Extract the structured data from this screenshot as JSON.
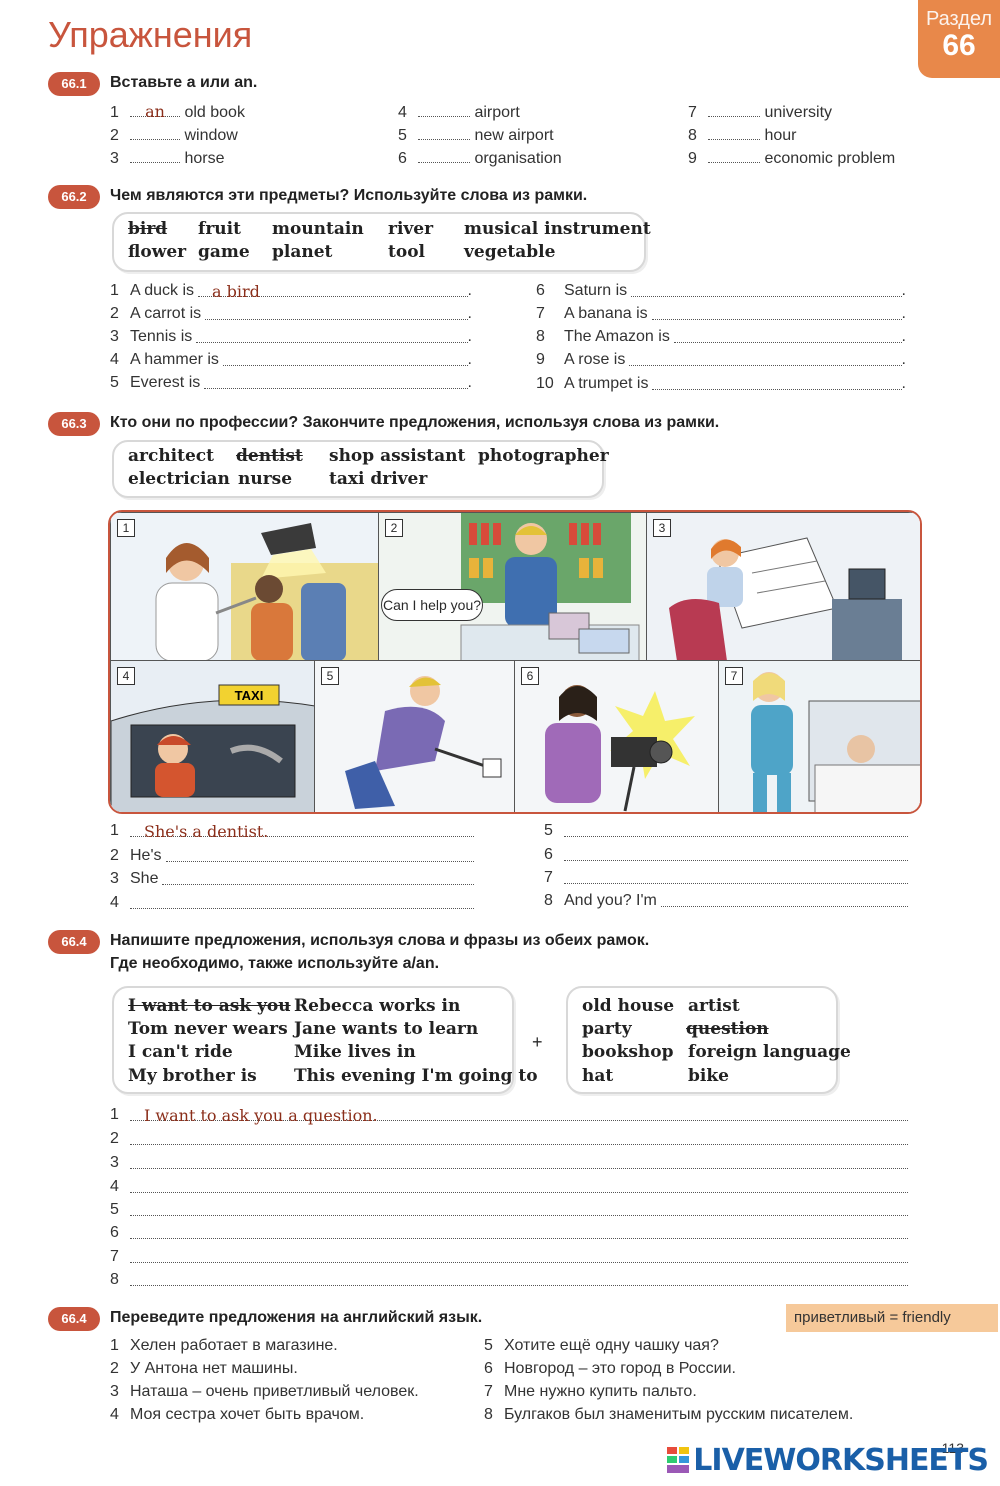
{
  "page": {
    "title": "Упражнения",
    "unit_word": "Раздел",
    "unit_num": "66",
    "page_number": "113"
  },
  "ex1": {
    "badge": "66.1",
    "instruction": "Вставьте a или an.",
    "items": [
      {
        "n": "1",
        "answer": "an",
        "text": "old book"
      },
      {
        "n": "2",
        "answer": "",
        "text": "window"
      },
      {
        "n": "3",
        "answer": "",
        "text": "horse"
      },
      {
        "n": "4",
        "answer": "",
        "text": "airport"
      },
      {
        "n": "5",
        "answer": "",
        "text": "new airport"
      },
      {
        "n": "6",
        "answer": "",
        "text": "organisation"
      },
      {
        "n": "7",
        "answer": "",
        "text": "university"
      },
      {
        "n": "8",
        "answer": "",
        "text": "hour"
      },
      {
        "n": "9",
        "answer": "",
        "text": "economic problem"
      }
    ]
  },
  "ex2": {
    "badge": "66.2",
    "instruction": "Чем являются эти предметы?  Используйте слова из рамки.",
    "box_words": [
      "bird",
      "fruit",
      "mountain",
      "river",
      "musical instrument",
      "flower",
      "game",
      "planet",
      "tool",
      "vegetable"
    ],
    "items": [
      {
        "n": "1",
        "text": "A duck is",
        "answer": "a bird"
      },
      {
        "n": "2",
        "text": "A carrot is",
        "answer": ""
      },
      {
        "n": "3",
        "text": "Tennis is",
        "answer": ""
      },
      {
        "n": "4",
        "text": "A hammer is",
        "answer": ""
      },
      {
        "n": "5",
        "text": "Everest is",
        "answer": ""
      },
      {
        "n": "6",
        "text": "Saturn is",
        "answer": ""
      },
      {
        "n": "7",
        "text": "A banana is",
        "answer": ""
      },
      {
        "n": "8",
        "text": "The Amazon is",
        "answer": ""
      },
      {
        "n": "9",
        "text": "A rose is",
        "answer": ""
      },
      {
        "n": "10",
        "text": "A trumpet is",
        "answer": ""
      }
    ]
  },
  "ex3": {
    "badge": "66.3",
    "instruction": "Кто они по профессии?  Закончите предложения, используя слова из рамки.",
    "box_words": [
      "architect",
      "dentist",
      "shop assistant",
      "photographer",
      "electrician",
      "nurse",
      "taxi driver"
    ],
    "speech_bubble": "Can I help you?",
    "taxi_sign": "TAXI",
    "panel_numbers": [
      "1",
      "2",
      "3",
      "4",
      "5",
      "6",
      "7"
    ],
    "items": [
      {
        "n": "1",
        "text": "",
        "answer": "She's a dentist."
      },
      {
        "n": "2",
        "text": "He's",
        "answer": ""
      },
      {
        "n": "3",
        "text": "She",
        "answer": ""
      },
      {
        "n": "4",
        "text": "",
        "answer": ""
      },
      {
        "n": "5",
        "text": "",
        "answer": ""
      },
      {
        "n": "6",
        "text": "",
        "answer": ""
      },
      {
        "n": "7",
        "text": "",
        "answer": ""
      },
      {
        "n": "8",
        "text": "And you?  I'm",
        "answer": ""
      }
    ]
  },
  "ex4": {
    "badge": "66.4",
    "instruction_1": "Напишите предложения, используя слова и фразы из обеих рамок.",
    "instruction_2": "Где необходимо, также используйте a/an.",
    "left_box": [
      "I want to ask you",
      "Rebecca works in",
      "Tom never wears",
      "Jane wants to learn",
      "I can't ride",
      "Mike lives in",
      "My brother is",
      "This evening I'm going to"
    ],
    "plus": "+",
    "right_box": [
      "old house",
      "artist",
      "party",
      "question",
      "bookshop",
      "foreign language",
      "hat",
      "bike"
    ],
    "lines": [
      {
        "n": "1",
        "answer": "I want to ask you a question."
      },
      {
        "n": "2",
        "answer": ""
      },
      {
        "n": "3",
        "answer": ""
      },
      {
        "n": "4",
        "answer": ""
      },
      {
        "n": "5",
        "answer": ""
      },
      {
        "n": "6",
        "answer": ""
      },
      {
        "n": "7",
        "answer": ""
      },
      {
        "n": "8",
        "answer": ""
      }
    ]
  },
  "ex5": {
    "badge": "66.4",
    "instruction": "Переведите предложения на английский язык.",
    "note": "приветливый = friendly",
    "items": [
      {
        "n": "1",
        "text": "Хелен работает в магазине."
      },
      {
        "n": "2",
        "text": "У Антона нет машины."
      },
      {
        "n": "3",
        "text": "Наташа – очень приветливый человек."
      },
      {
        "n": "4",
        "text": "Моя сестра хочет быть врачом."
      },
      {
        "n": "5",
        "text": "Хотите ещё одну чашку чая?"
      },
      {
        "n": "6",
        "text": "Новгород – это город в России."
      },
      {
        "n": "7",
        "text": "Мне нужно купить пальто."
      },
      {
        "n": "8",
        "text": "Булгаков был знаменитым русским писателем."
      }
    ]
  },
  "watermark": "LIVEWORKSHEETS",
  "colors": {
    "accent": "#c8553d",
    "unit_tab": "#e8884a",
    "note_bg": "#f6c99a",
    "handwriting": "#8b2e1a",
    "watermark": "#1a5fa8"
  }
}
